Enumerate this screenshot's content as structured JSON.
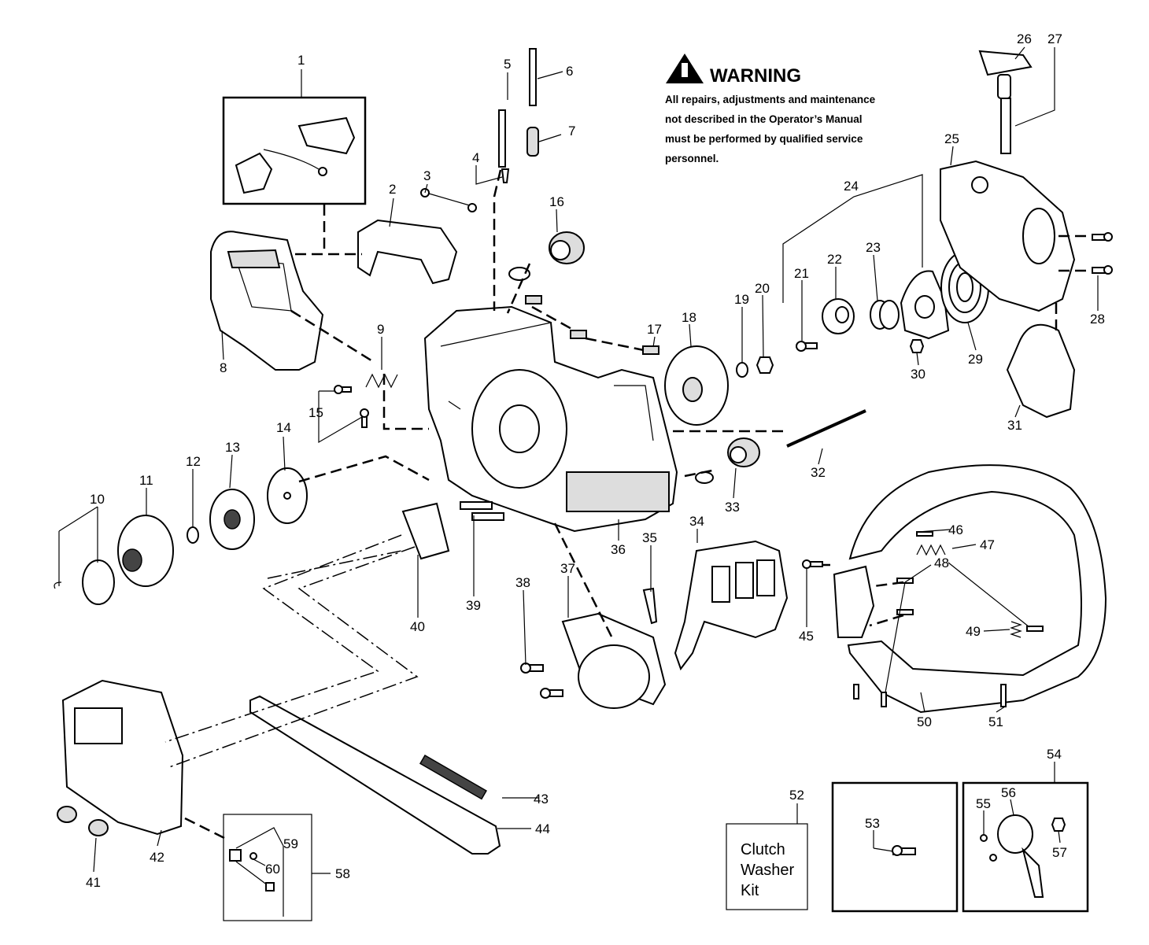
{
  "warning": {
    "title": "WARNING",
    "lines": [
      "All repairs, adjustments and maintenance",
      "not  described  in  the  Operator’s Manual",
      "must  be  performed  by  qualified   service",
      "personnel."
    ]
  },
  "kit_label": [
    "Clutch",
    "Washer",
    "Kit"
  ],
  "callouts": [
    "1",
    "2",
    "3",
    "4",
    "5",
    "6",
    "7",
    "8",
    "9",
    "10",
    "11",
    "12",
    "13",
    "14",
    "15",
    "16",
    "17",
    "18",
    "19",
    "20",
    "21",
    "22",
    "23",
    "24",
    "25",
    "26",
    "27",
    "28",
    "29",
    "30",
    "31",
    "32",
    "33",
    "34",
    "35",
    "36",
    "37",
    "38",
    "39",
    "40",
    "41",
    "42",
    "43",
    "44",
    "45",
    "46",
    "47",
    "48",
    "49",
    "50",
    "51",
    "52",
    "53",
    "54",
    "55",
    "56",
    "57",
    "58",
    "59",
    "60"
  ]
}
